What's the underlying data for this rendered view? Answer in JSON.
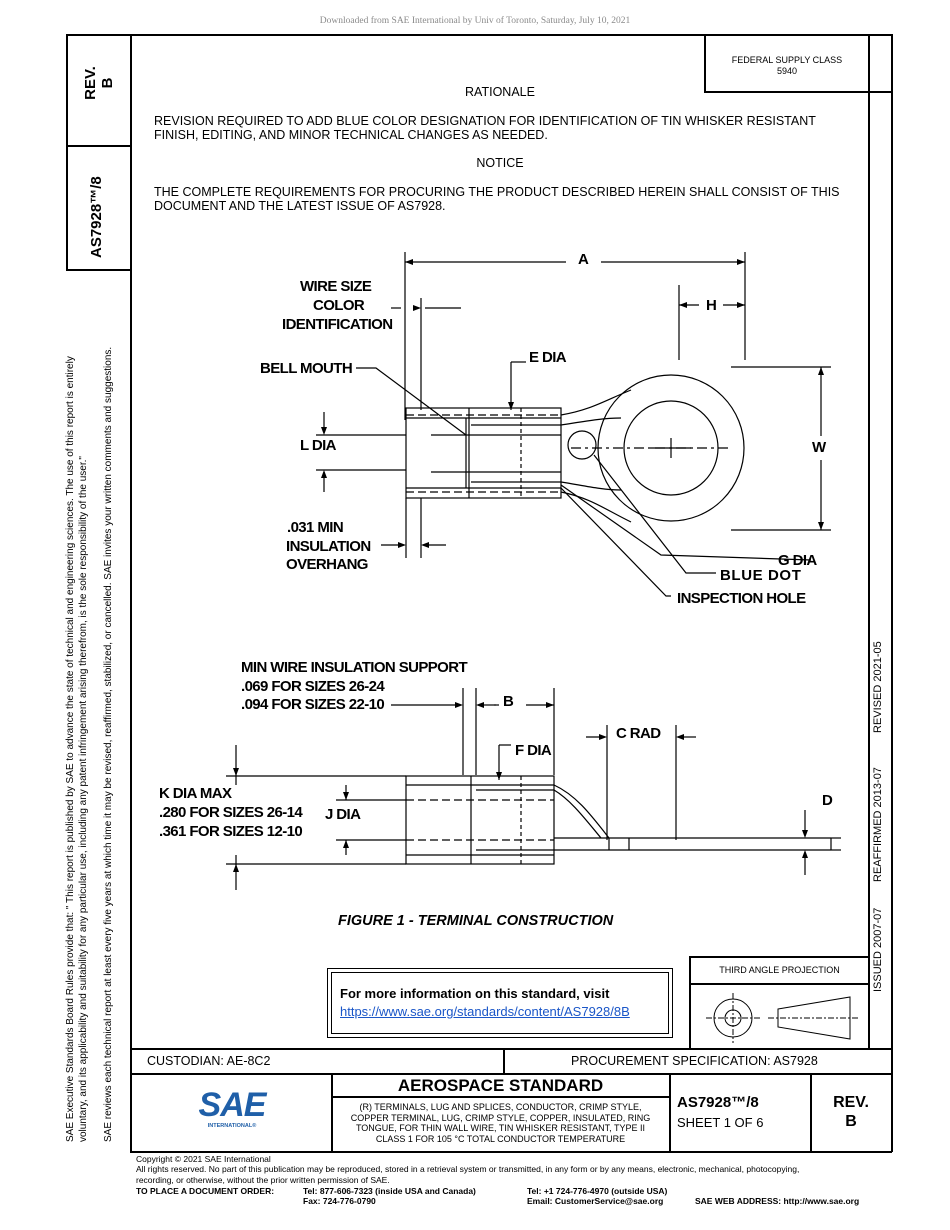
{
  "download_note": "Downloaded from SAE International by Univ of Toronto, Saturday, July 10, 2021",
  "rev_box": {
    "label": "REV.",
    "value": "B"
  },
  "doc_side_id": "AS7928™/8",
  "federal_supply": {
    "label": "FEDERAL SUPPLY CLASS",
    "value": "5940"
  },
  "rationale": {
    "heading": "RATIONALE",
    "text": "REVISION REQUIRED TO ADD BLUE COLOR DESIGNATION FOR IDENTIFICATION OF TIN WHISKER RESISTANT FINISH, EDITING, AND MINOR TECHNICAL CHANGES AS NEEDED."
  },
  "notice": {
    "heading": "NOTICE",
    "text": "THE COMPLETE REQUIREMENTS FOR PROCURING THE PRODUCT DESCRIBED HEREIN SHALL CONSIST OF THIS DOCUMENT AND THE LATEST ISSUE OF AS7928."
  },
  "left_margin": {
    "line1": "SAE Executive Standards Board Rules provide that: \"  This report is published by SAE to advance the state of technical and engineering sciences. The use of this report is entirely",
    "line2": "voluntary, and its applicability and suitability for any particular use, including any patent infringement arising therefrom, is the sole responsibility of the user.\"",
    "line3": "SAE reviews each technical report at least every five years at which time it may be revised, reaffirmed, stabilized, or cancelled. SAE invites your written comments and suggestions."
  },
  "right_margin": {
    "issued": "ISSUED 2007-07",
    "reaffirmed": "REAFFIRMED 2013-07",
    "revised": "REVISED 2021-05"
  },
  "figure_top": {
    "A": "A",
    "H": "H",
    "wire_size_1": "WIRE SIZE",
    "wire_size_2": "COLOR",
    "wire_size_3": "IDENTIFICATION",
    "bell_mouth": "BELL MOUTH",
    "e_dia": "E DIA",
    "l_dia": "L DIA",
    "W": "W",
    "min_ins_1": ".031 MIN",
    "min_ins_2": "INSULATION",
    "min_ins_3": "OVERHANG",
    "g_dia": "G DIA",
    "blue_dot": "BLUE DOT",
    "inspection_hole": "INSPECTION HOLE"
  },
  "figure_bottom": {
    "support_1": "MIN WIRE INSULATION SUPPORT",
    "support_2": ".069 FOR SIZES 26-24",
    "support_3": ".094 FOR SIZES 22-10",
    "B": "B",
    "c_rad": "C RAD",
    "f_dia": "F DIA",
    "k_dia_1": "K DIA MAX",
    "k_dia_2": ".280 FOR SIZES 26-14",
    "k_dia_3": ".361 FOR SIZES 12-10",
    "j_dia": "J DIA",
    "D": "D"
  },
  "figure_caption": "FIGURE 1 - TERMINAL CONSTRUCTION",
  "info_box": {
    "text": "For more information on this standard, visit",
    "link": "https://www.sae.org/standards/content/AS7928/8B"
  },
  "third_angle": "THIRD ANGLE PROJECTION",
  "custodian": "CUSTODIAN: AE-8C2",
  "procurement": "PROCUREMENT SPECIFICATION: AS7928",
  "title_block": {
    "logo_text": "SAE",
    "logo_sub": "INTERNATIONAL®",
    "standard_type": "AEROSPACE STANDARD",
    "title_1": "(R) TERMINALS, LUG AND SPLICES, CONDUCTOR, CRIMP STYLE,",
    "title_2": "COPPER TERMINAL, LUG, CRIMP STYLE, COPPER, INSULATED, RING",
    "title_3": "TONGUE, FOR THIN WALL WIRE, TIN WHISKER RESISTANT, TYPE II",
    "title_4": "CLASS 1 FOR 105 °C TOTAL CONDUCTOR TEMPERATURE",
    "doc_no": "AS7928™/8",
    "sheet": "SHEET 1 OF 6",
    "rev_label": "REV.",
    "rev_value": "B"
  },
  "footer": {
    "copyright": "Copyright © 2021 SAE International",
    "rights_1": "All rights reserved. No part of this publication may be reproduced, stored in a retrieval system or transmitted, in any form or by any means, electronic, mechanical, photocopying,",
    "rights_2": "recording, or otherwise, without the prior written permission of SAE.",
    "order_label": "TO PLACE A DOCUMENT ORDER:",
    "tel_usa": "Tel: 877-606-7323 (inside USA and Canada)",
    "fax": "Fax: 724-776-0790",
    "tel_out": "Tel: +1 724-776-4970 (outside USA)",
    "email": "Email: CustomerService@sae.org",
    "web": "SAE WEB ADDRESS: http://www.sae.org"
  },
  "colors": {
    "link": "#1a56c8",
    "logo": "#1f5fa8",
    "dl_note": "#8a8a8a"
  }
}
